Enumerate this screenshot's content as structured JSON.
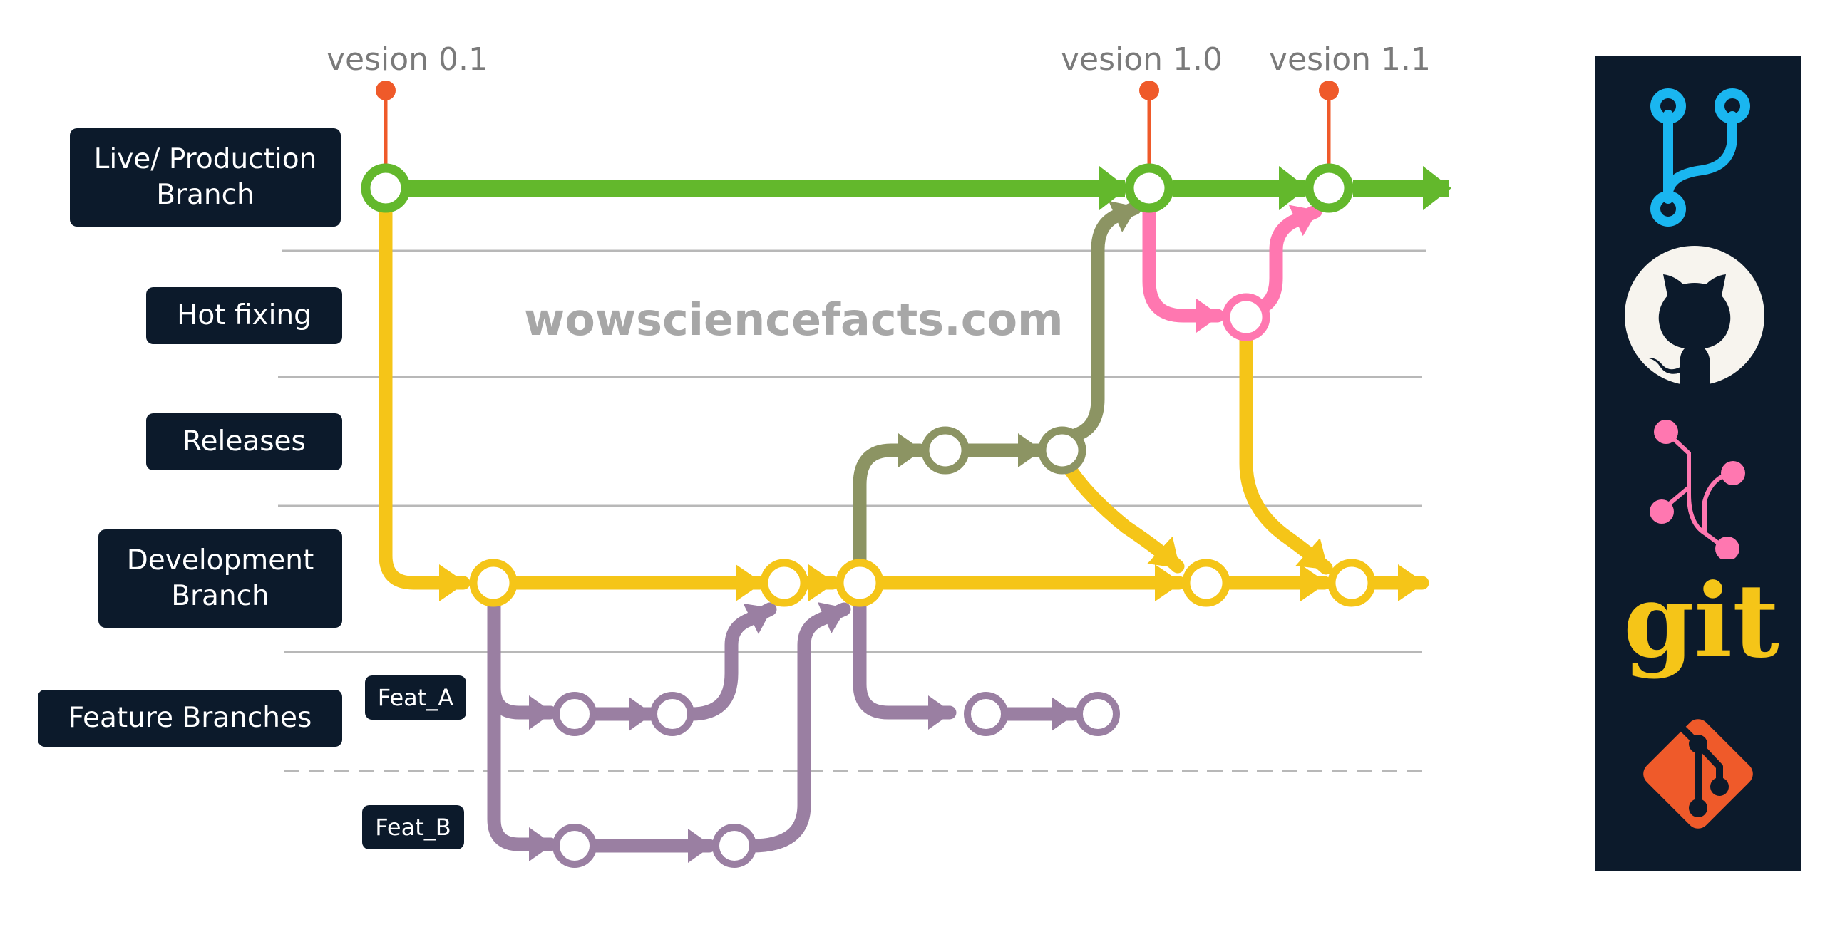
{
  "versions": [
    {
      "label": "vesion 0.1"
    },
    {
      "label": "vesion 1.0"
    },
    {
      "label": "vesion 1.1"
    }
  ],
  "lanes": {
    "production": "Live/ Production Branch",
    "hotfix": "Hot fixing",
    "releases": "Releases",
    "development": "Development Branch",
    "features": "Feature Branches",
    "feat_a": "Feat_A",
    "feat_b": "Feat_B"
  },
  "watermark": "wowsciencefacts.com",
  "logo_text": "git",
  "colors": {
    "production": "#63b82c",
    "development": "#f5c518",
    "release": "#8c9463",
    "hotfix": "#ff77b0",
    "feature": "#9a7fa2",
    "tag": "#ef5a2a",
    "panel": "#0c1a2b"
  },
  "icons": [
    "branch-icon",
    "github-octocat-icon",
    "merge-icon",
    "git-wordmark-icon",
    "git-logo-icon"
  ]
}
